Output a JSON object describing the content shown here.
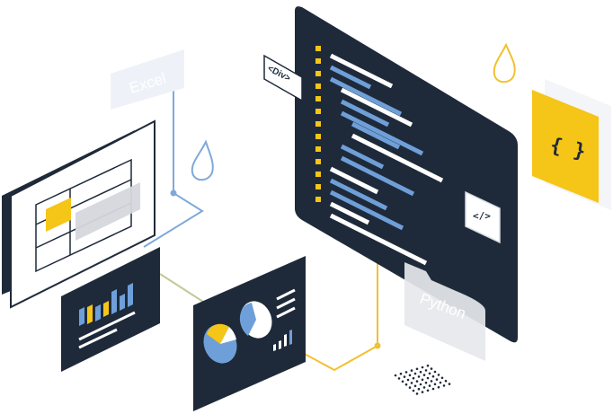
{
  "labels": {
    "excel": "Excel",
    "div_tag": "<Div>",
    "python": "Python",
    "code_icon": "</>",
    "braces": "{ }"
  },
  "colors": {
    "navy": "#1e2a3a",
    "yellow": "#f5c518",
    "blue": "#6f9fd8",
    "white": "#ffffff",
    "line_blue": "#7fa9db",
    "line_yellow": "#f2c12e",
    "line_olive": "#c3c89a"
  },
  "icons": {
    "drop_left": "drop-icon",
    "drop_right": "drop-icon",
    "code_icon": "code-tag-icon",
    "braces_icon": "curly-braces-icon",
    "dot_grid": "dot-grid"
  }
}
